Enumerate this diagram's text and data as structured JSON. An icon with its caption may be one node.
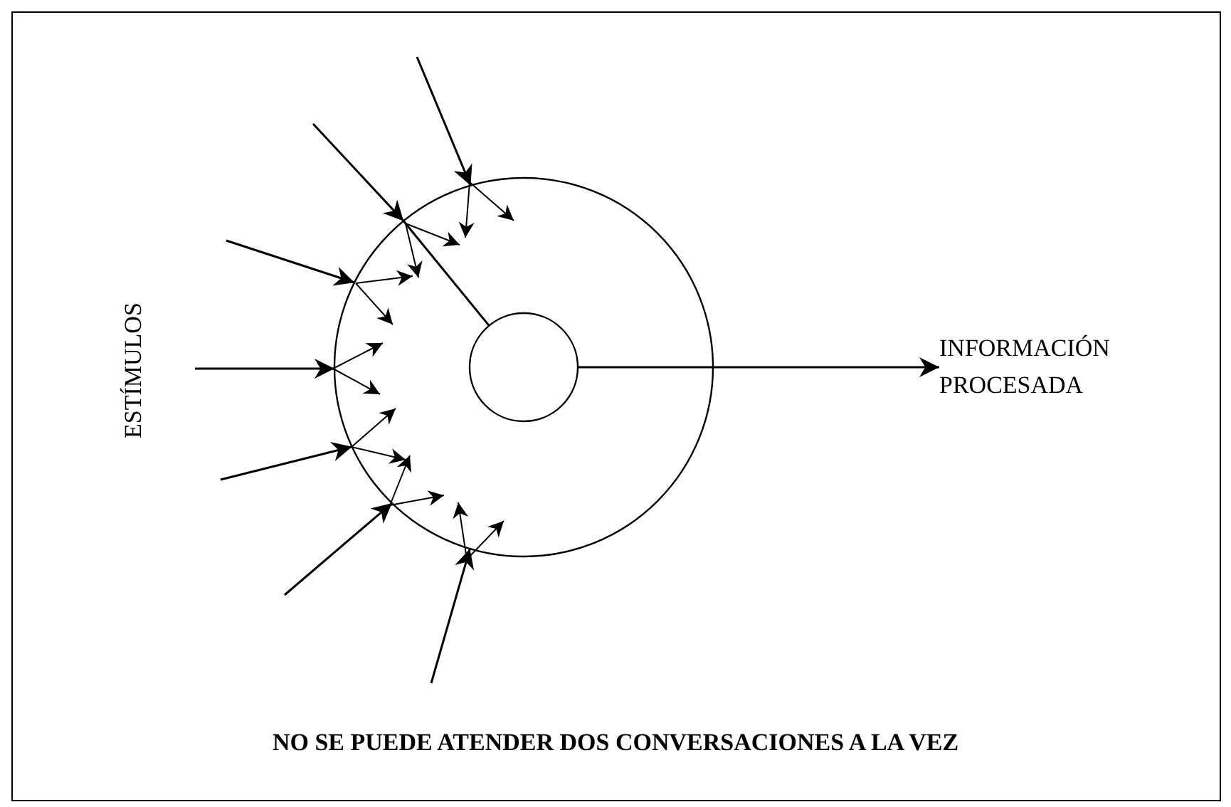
{
  "diagram": {
    "caption": "NO SE PUEDE ATENDER DOS CONVERSACIONES A LA VEZ",
    "nodes": [
      {
        "text": [],
        "shape": "circle"
      },
      {
        "text": [],
        "shape": "circle",
        "in": 0
      },
      {
        "text": [
          "INFORMACIÓN PROCESADA"
        ]
      }
    ],
    "edges": [
      {
        "from": null,
        "to": 0,
        "arrow": "to"
      },
      {
        "from": null,
        "to": 0,
        "arrow": "to"
      },
      {
        "from": 0,
        "to": 1,
        "arrow": "none"
      },
      {
        "from": null,
        "to": 0,
        "arrow": "to"
      },
      {
        "from": null,
        "to": 0,
        "arrow": "to"
      },
      {
        "from": null,
        "to": 0,
        "arrow": "to"
      },
      {
        "from": null,
        "to": 0,
        "arrow": "to"
      },
      {
        "from": null,
        "to": 0,
        "arrow": "to"
      },
      {
        "from": 1,
        "to": 2,
        "arrow": "to"
      }
    ],
    "labels": [
      "ESTÍMULOS"
    ]
  }
}
